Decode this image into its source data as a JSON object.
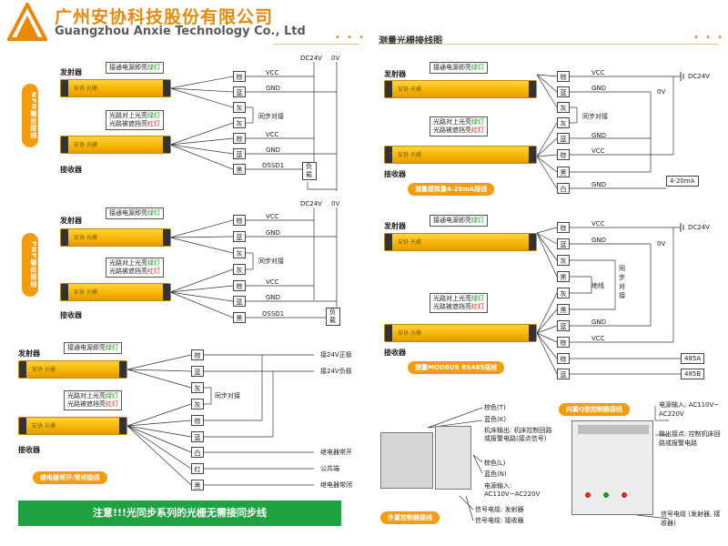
{
  "header": {
    "company_cn": "广州安协科技股份有限公司",
    "company_en": "Guangzhou Anxie Technology Co., Ltd",
    "dots": "• • •"
  },
  "right_title": "测量光栅接线图",
  "common": {
    "emitter": "发射器",
    "receiver": "接收器",
    "brand": "安协 光栅",
    "emitter_note_prefix": "接通电源即亮",
    "green_light": "绿灯",
    "receiver_note_1_prefix": "光路对上光亮",
    "receiver_note_2_prefix": "光路被遮挡亮",
    "red_light": "红灯",
    "vcc": "VCC",
    "gnd": "GND",
    "sync": "同步对接"
  },
  "npn": {
    "side_label": "NPN输出接线",
    "wires": [
      "棕",
      "蓝",
      "灰",
      "灰",
      "棕",
      "蓝",
      "黑"
    ],
    "dc24": "DC24V",
    "zero": "0V",
    "ossd": "OSSD1",
    "load": "负载"
  },
  "pnp": {
    "side_label": "PNP输出接线",
    "wires": [
      "棕",
      "蓝",
      "灰",
      "灰",
      "棕",
      "蓝",
      "黑"
    ],
    "dc24": "DC24V",
    "zero": "0V",
    "ossd": "OSSD1",
    "load": "负载"
  },
  "relay": {
    "wires": [
      "棕",
      "蓝",
      "灰",
      "灰",
      "棕",
      "蓝",
      "白",
      "红",
      "黑"
    ],
    "to_24_pos": "接24V正极",
    "to_24_neg": "接24V负极",
    "relay_no": "继电器常开",
    "common_end": "公共端",
    "relay_nc": "继电器常闭",
    "pill": "继电器常开/常闭接线"
  },
  "banner": "注意!!!光同步系列的光栅无需接同步线",
  "analog": {
    "wires": [
      "棕",
      "蓝",
      "灰",
      "灰",
      "蓝",
      "棕",
      "黑",
      "白"
    ],
    "dc24": "DC24V",
    "zero": "0V",
    "out": "4-20mA",
    "pill": "测量模拟量4-20mA接线"
  },
  "modbus": {
    "wires": [
      "棕",
      "蓝",
      "灰",
      "黑",
      "灰",
      "黑",
      "蓝",
      "棕",
      "棕",
      "蓝"
    ],
    "dc24": "DC24V",
    "zero": "0V",
    "ground": "地线",
    "sync_v": "同步对接",
    "a485": "485A",
    "b485": "485B",
    "pill": "测量MODBUS RS485接线"
  },
  "ext_ctrl": {
    "brown_t": "棕色(T)",
    "blue_k": "蓝色(K)",
    "machine_out": "机床输出: 机床控制回路或报警电路(接点信号)",
    "brown_l": "棕色(L)",
    "blue_n": "蓝色(N)",
    "power_in": "电源输入: AC110V~AC220V",
    "sig_em": "信号电缆: 发射器",
    "sig_rx": "信号电缆: 接收器",
    "pill": "外置控制器接线"
  },
  "int_ctrl": {
    "pill": "内置Q型控制器接线",
    "power_in": "电源输入: AC110V~ AC220V",
    "output": "输出接点: 控制机床回路或报警电路",
    "sig_cable": "信号电缆 (发射器, 接收器)"
  },
  "colors": {
    "accent": "#F39C12",
    "banner": "#1FA240",
    "green": "#1A9A1A",
    "red": "#E02020"
  }
}
